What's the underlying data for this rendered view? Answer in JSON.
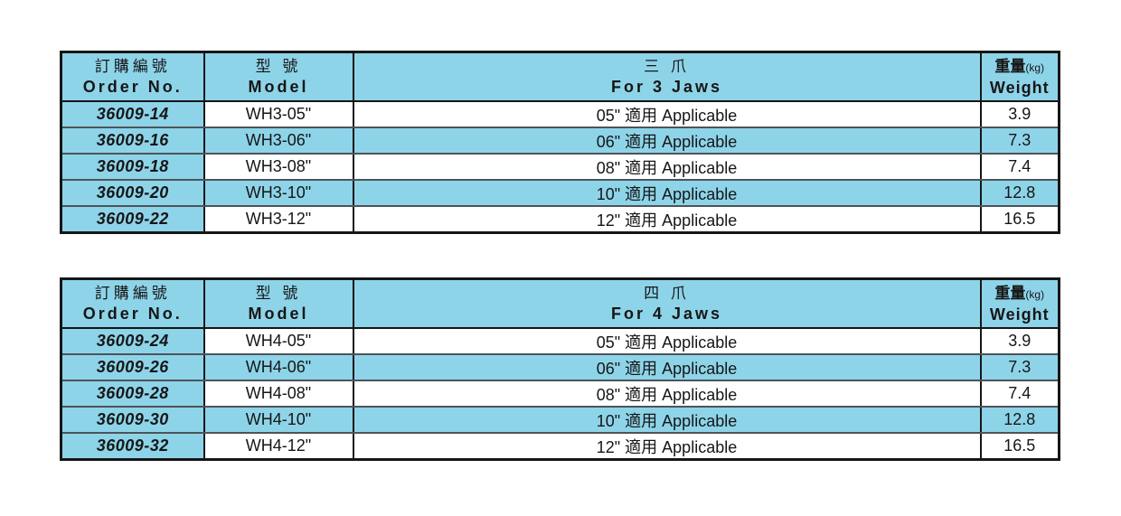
{
  "colors": {
    "fill_blue": "#8ed4e9",
    "border_black": "#161616",
    "row_line_gray": "#4e5358",
    "text": "#161616",
    "background": "#ffffff"
  },
  "tables": [
    {
      "name": "for-3-jaws",
      "headers": {
        "order_zh": "訂購編號",
        "order_en": "Order No.",
        "model_zh": "型 號",
        "model_en": "Model",
        "jaws_zh": "三 爪",
        "jaws_en": "For 3 Jaws",
        "weight_zh": "重量",
        "weight_unit": "(kg)",
        "weight_en": "Weight"
      },
      "rows": [
        {
          "order_no": "36009-14",
          "model": "WH3-05\"",
          "applicable": "05\" 適用 Applicable",
          "weight": "3.9"
        },
        {
          "order_no": "36009-16",
          "model": "WH3-06\"",
          "applicable": "06\" 適用 Applicable",
          "weight": "7.3"
        },
        {
          "order_no": "36009-18",
          "model": "WH3-08\"",
          "applicable": "08\" 適用 Applicable",
          "weight": "7.4"
        },
        {
          "order_no": "36009-20",
          "model": "WH3-10\"",
          "applicable": "10\" 適用 Applicable",
          "weight": "12.8"
        },
        {
          "order_no": "36009-22",
          "model": "WH3-12\"",
          "applicable": "12\" 適用 Applicable",
          "weight": "16.5"
        }
      ]
    },
    {
      "name": "for-4-jaws",
      "headers": {
        "order_zh": "訂購編號",
        "order_en": "Order No.",
        "model_zh": "型 號",
        "model_en": "Model",
        "jaws_zh": "四 爪",
        "jaws_en": "For 4 Jaws",
        "weight_zh": "重量",
        "weight_unit": "(kg)",
        "weight_en": "Weight"
      },
      "rows": [
        {
          "order_no": "36009-24",
          "model": "WH4-05\"",
          "applicable": "05\" 適用 Applicable",
          "weight": "3.9"
        },
        {
          "order_no": "36009-26",
          "model": "WH4-06\"",
          "applicable": "06\" 適用 Applicable",
          "weight": "7.3"
        },
        {
          "order_no": "36009-28",
          "model": "WH4-08\"",
          "applicable": "08\" 適用 Applicable",
          "weight": "7.4"
        },
        {
          "order_no": "36009-30",
          "model": "WH4-10\"",
          "applicable": "10\" 適用 Applicable",
          "weight": "12.8"
        },
        {
          "order_no": "36009-32",
          "model": "WH4-12\"",
          "applicable": "12\" 適用 Applicable",
          "weight": "16.5"
        }
      ]
    }
  ]
}
